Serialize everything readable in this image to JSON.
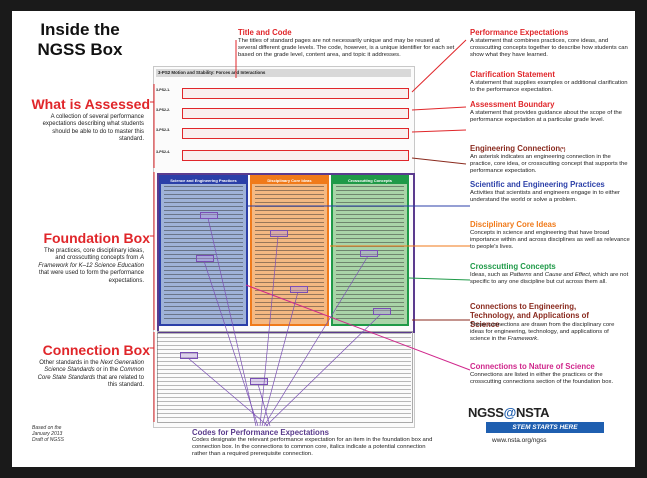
{
  "title": [
    "Inside the",
    "NGSS Box"
  ],
  "left": {
    "what_assessed": {
      "heading": "What is Assessed",
      "body": "A collection of several performance expectations describing what students should be able to do to master this standard."
    },
    "foundation": {
      "heading": "Foundation Box",
      "body_1": "The practices, core disciplinary ideas, and crosscutting concepts from",
      "body_italic": "A Framework for K–12 Science Education",
      "body_2": "that were used to form the performance expectations."
    },
    "connection": {
      "heading": "Connection Box",
      "body_1": "Other standards in the",
      "body_italic_1": "Next Generation Science Standards",
      "body_mid": "or in the",
      "body_italic_2": "Common Core State Standards",
      "body_2": "that are related to this standard."
    }
  },
  "right": {
    "title_code": {
      "heading": "Title and Code",
      "body": "The titles of standard pages are not necessarily unique and may be reused at several different grade levels. The code, however, is a unique identifier for each set based on the grade level, content area, and topic it addresses."
    },
    "performance": {
      "heading": "Performance Expectations",
      "body": "A statement that combines practices, core ideas, and crosscutting concepts together to describe how students can show what they have learned."
    },
    "clarification": {
      "heading": "Clarification Statement",
      "body": "A statement that supplies examples or additional clarification to the performance expectation."
    },
    "boundary": {
      "heading": "Assessment Boundary",
      "body": "A statement that provides guidance about the scope of the performance expectation at a particular grade level."
    },
    "engineering": {
      "heading": "Engineering Connection",
      "suffix": "(*)",
      "body": "An asterisk indicates an engineering connection in the practice, core idea, or crosscutting concept that supports the performance expectation."
    },
    "practices": {
      "heading": "Scientific and Engineering Practices",
      "body": "Activities that scientists and engineers engage in to either understand the world or solve a problem."
    },
    "core_ideas": {
      "heading": "Disciplinary Core Ideas",
      "body": "Concepts in science and engineering that have broad importance within and across disciplines as well as relevance to people's lives."
    },
    "crosscutting": {
      "heading": "Crosscutting Concepts",
      "body_1": "Ideas, such as",
      "italic_1": "Patterns",
      "body_mid": "and",
      "italic_2": "Cause and Effect",
      "body_2": ", which are not specific to any one discipline but cut across them all."
    },
    "eng_tech": {
      "heading": "Connections to Engineering, Technology, and Applications of Science",
      "body_1": "These connections are drawn from the disciplinary core ideas for engineering, technology, and applications of science in the",
      "italic": "Framework",
      "body_2": "."
    },
    "nature": {
      "heading": "Connections to Nature of Science",
      "body": "Connections are listed in either the practices or the crosscutting connections section of the foundation box."
    }
  },
  "codes": {
    "heading": "Codes for Performance Expectations",
    "body": "Codes designate the relevant performance expectation for an item in the foundation box and connection box. In the connections to common core, italics indicate a potential connection rather than a required prerequisite connection."
  },
  "based_on": [
    "Based on the",
    "January 2013",
    "Draft of NGSS"
  ],
  "doc": {
    "title": "3-PS2 Motion and Stability: Forces and Interactions",
    "pe_codes": [
      "3-PS2-1.",
      "3-PS2-2.",
      "3-PS2-3.",
      "3-PS2-4."
    ],
    "col_heads": [
      "Science and Engineering Practices",
      "Disciplinary Core Ideas",
      "Crosscutting Concepts"
    ]
  },
  "logo": {
    "ngss": "NGSS",
    "at": "@",
    "nsta": "NSTA",
    "band": "STEM STARTS HERE",
    "url": "www.nsta.org/ngss"
  },
  "colors": {
    "red": "#e0262a",
    "blue": "#2b3fa8",
    "orange": "#f07a1a",
    "green": "#1f9a48",
    "darkred": "#8a2a1e",
    "magenta": "#d0278c",
    "purple": "#5a3b8c"
  }
}
